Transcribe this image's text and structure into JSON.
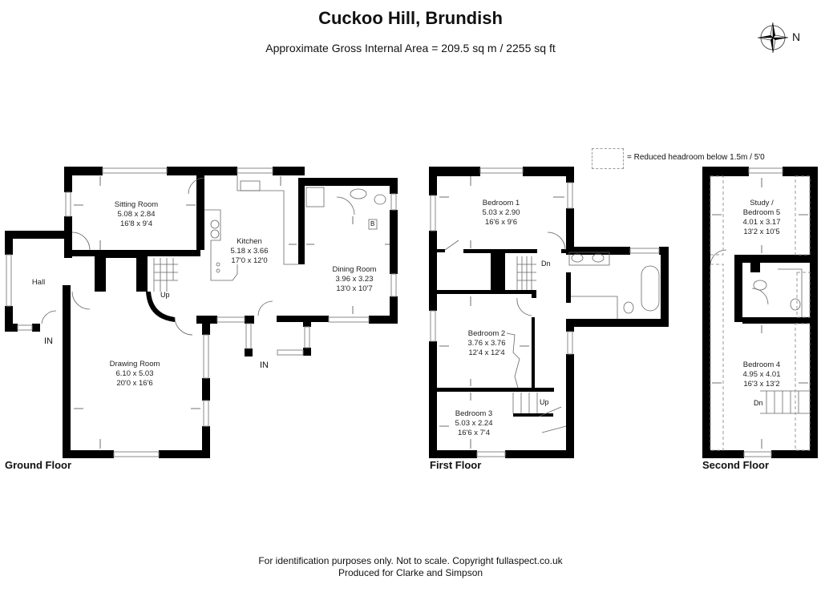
{
  "header": {
    "title": "Cuckoo Hill, Brundish",
    "subtitle": "Approximate Gross Internal Area = 209.5 sq m / 2255 sq ft"
  },
  "compass": {
    "label": "N"
  },
  "legend": {
    "text": "= Reduced headroom below 1.5m / 5'0"
  },
  "floors": {
    "ground": {
      "label": "Ground Floor",
      "rooms": [
        {
          "name": "Sitting Room",
          "metric": "5.08 x 2.84",
          "imperial": "16'8 x 9'4"
        },
        {
          "name": "Hall"
        },
        {
          "name": "Kitchen",
          "metric": "5.18 x 3.66",
          "imperial": "17'0 x 12'0"
        },
        {
          "name": "Dining Room",
          "metric": "3.96 x 3.23",
          "imperial": "13'0 x 10'7"
        },
        {
          "name": "Drawing Room",
          "metric": "6.10 x 5.03",
          "imperial": "20'0 x 16'6"
        }
      ],
      "entrances": [
        "IN",
        "IN"
      ],
      "stairs": "Up",
      "boiler": "B"
    },
    "first": {
      "label": "First Floor",
      "rooms": [
        {
          "name": "Bedroom 1",
          "metric": "5.03 x 2.90",
          "imperial": "16'6 x 9'6"
        },
        {
          "name": "Bedroom 2",
          "metric": "3.76 x 3.76",
          "imperial": "12'4 x 12'4"
        },
        {
          "name": "Bedroom 3",
          "metric": "5.03 x 2.24",
          "imperial": "16'6 x 7'4"
        }
      ],
      "stairs_down": "Dn",
      "stairs_up": "Up"
    },
    "second": {
      "label": "Second Floor",
      "rooms": [
        {
          "name": "Study /",
          "name2": "Bedroom 5",
          "metric": "4.01 x 3.17",
          "imperial": "13'2 x 10'5"
        },
        {
          "name": "Bedroom 4",
          "metric": "4.95 x 4.01",
          "imperial": "16'3 x 13'2"
        }
      ],
      "stairs_down": "Dn"
    }
  },
  "footer": {
    "line1": "For identification purposes only. Not to scale. Copyright fullaspect.co.uk",
    "line2": "Produced for Clarke and Simpson"
  }
}
